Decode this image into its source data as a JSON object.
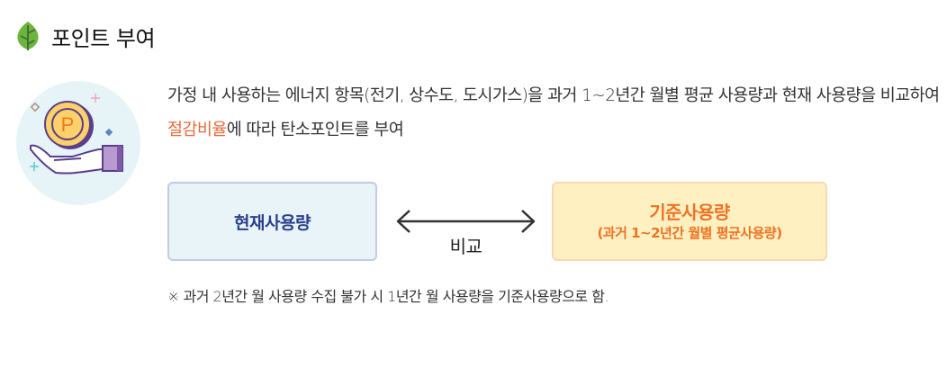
{
  "header": {
    "icon": "leaf-icon",
    "title": "포인트 부여"
  },
  "illustration": {
    "icon": "hand-holding-point-coin-icon",
    "coin_letter": "P",
    "colors": {
      "circle_bg": "#e6f4f7",
      "coin": "#fcd06a",
      "coin_outline": "#5a3f8c",
      "coin_letter": "#f2791f",
      "sleeve": "#b99ad0"
    }
  },
  "description": {
    "part1": "가정 내 사용하는 에너지 항목(전기, 상수도, 도시가스)을 과거 1~2년간 월별 평균 사용량과 현재 사용량을 비교하여 ",
    "highlight": "절감비율",
    "part2": "에 따라 탄소포인트를 부여",
    "highlight_color": "#e86a3a"
  },
  "comparison": {
    "current_label": "현재사용량",
    "compare_label": "비교",
    "arrow_icon": "double-arrow-icon",
    "baseline_label": "기준사용량",
    "baseline_sub": "(과거 1~2년간 월별 평균사용량)",
    "colors": {
      "current_bg": "#e8f4f7",
      "current_border": "#c3cbe3",
      "current_text": "#2b3f8c",
      "baseline_bg": "#fff0c2",
      "baseline_border": "#f8d8b4",
      "baseline_text": "#ee7324"
    }
  },
  "note": "※ 과거 2년간 월 사용량 수집 불가 시 1년간 월 사용량을 기준사용량으로 함."
}
